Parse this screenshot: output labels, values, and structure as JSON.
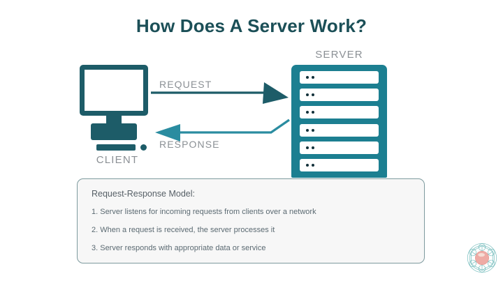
{
  "title": "How Does A Server Work?",
  "diagram": {
    "client": {
      "label": "CLIENT",
      "icon": "desktop-monitor-icon"
    },
    "server": {
      "label": "SERVER",
      "icon": "server-rack-icon",
      "slot_count": 6,
      "dots_per_slot": 2
    },
    "arrows": [
      {
        "name": "request-arrow",
        "label": "REQUEST",
        "direction": "client-to-server",
        "color": "#1d5c68"
      },
      {
        "name": "response-arrow",
        "label": "RESPONSE",
        "direction": "server-to-client",
        "color": "#2a8ca0"
      }
    ]
  },
  "panel": {
    "heading": "Request-Response Model:",
    "items": [
      "1. Server listens for incoming requests from clients over a network",
      "2. When a request is received, the server processes it",
      "3. Server responds with appropriate data or service"
    ]
  },
  "watermark": {
    "name": "geometric-circle-logo",
    "outer_color": "#4aa8a8",
    "inner_color": "#e98f88"
  },
  "colors": {
    "background": "#ffffff",
    "title": "#1b4f57",
    "client_teal": "#1d5c68",
    "server_teal": "#1c7f91",
    "response_teal": "#2a8ca0",
    "label_grey": "#8b9095",
    "panel_bg": "#f7f7f7",
    "panel_border": "#7d9a9e",
    "panel_text": "#5b6a72"
  }
}
